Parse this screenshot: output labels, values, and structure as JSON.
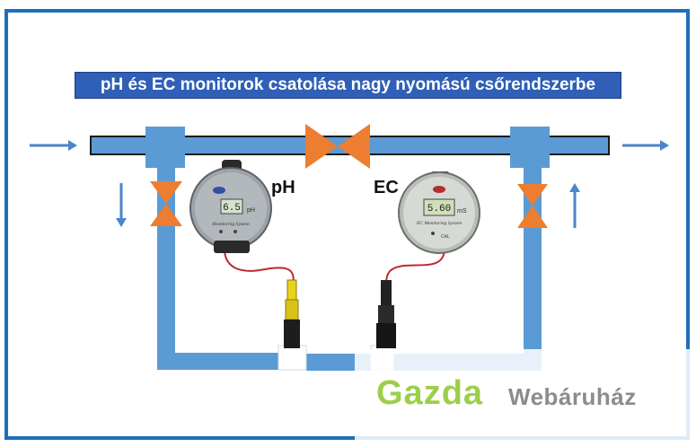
{
  "title": "pH és EC monitorok csatolása nagy nyomású csőrendszerbe",
  "labels": {
    "ph": "pH",
    "ec": "EC"
  },
  "ph_monitor": {
    "display": "6.5",
    "unit": "pH",
    "model_text": "Monitoring System"
  },
  "ec_monitor": {
    "display": "5.60",
    "unit": "mS",
    "model_text": "EC Monitoring System",
    "cal": "CAL"
  },
  "watermark": {
    "brand": "Gazda",
    "shop": "Webáruház"
  },
  "colors": {
    "frame": "#1f6fb8",
    "pipe": "#5b9bd5",
    "valve": "#ed7d31",
    "banner": "#2f5fb6",
    "arrow": "#4a86c8"
  }
}
